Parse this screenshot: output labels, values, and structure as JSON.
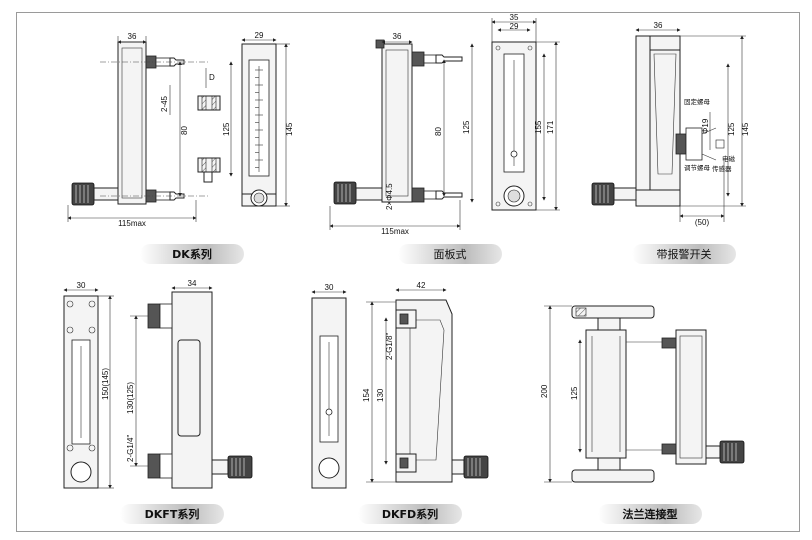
{
  "captions": {
    "dk": "DK系列",
    "panel": "面板式",
    "alarm": "带报警开关",
    "dkft": "DKFT系列",
    "dkfd": "DKFD系列",
    "flange": "法兰连接型"
  },
  "dims": {
    "dk": {
      "w36": "36",
      "w29": "29",
      "d": "D",
      "h45": "2-45",
      "h80": "80",
      "h125": "125",
      "h145": "145",
      "w115": "115max"
    },
    "panel": {
      "w36": "36",
      "h80": "80",
      "h125": "125",
      "holes": "2×Φ4.5",
      "w115": "115max",
      "w35": "35",
      "w29": "29",
      "h155": "155",
      "h171": "171"
    },
    "alarm": {
      "w36": "36",
      "nut1": "固定螺母",
      "phi": "Φ19",
      "nut2": "调节螺母",
      "sensor1": "电磁",
      "sensor2": "传感器",
      "h125": "125",
      "h145": "145",
      "w50": "(50)"
    },
    "dkft": {
      "w30": "30",
      "w34": "34",
      "h150": "150(145)",
      "h130": "130(125)",
      "thread": "2-G1/4\""
    },
    "dkfd": {
      "w30": "30",
      "w42": "42",
      "thread": "2-G1/8\"",
      "h154": "154",
      "h130": "130"
    },
    "flange": {
      "h200": "200",
      "h125": "125"
    }
  }
}
